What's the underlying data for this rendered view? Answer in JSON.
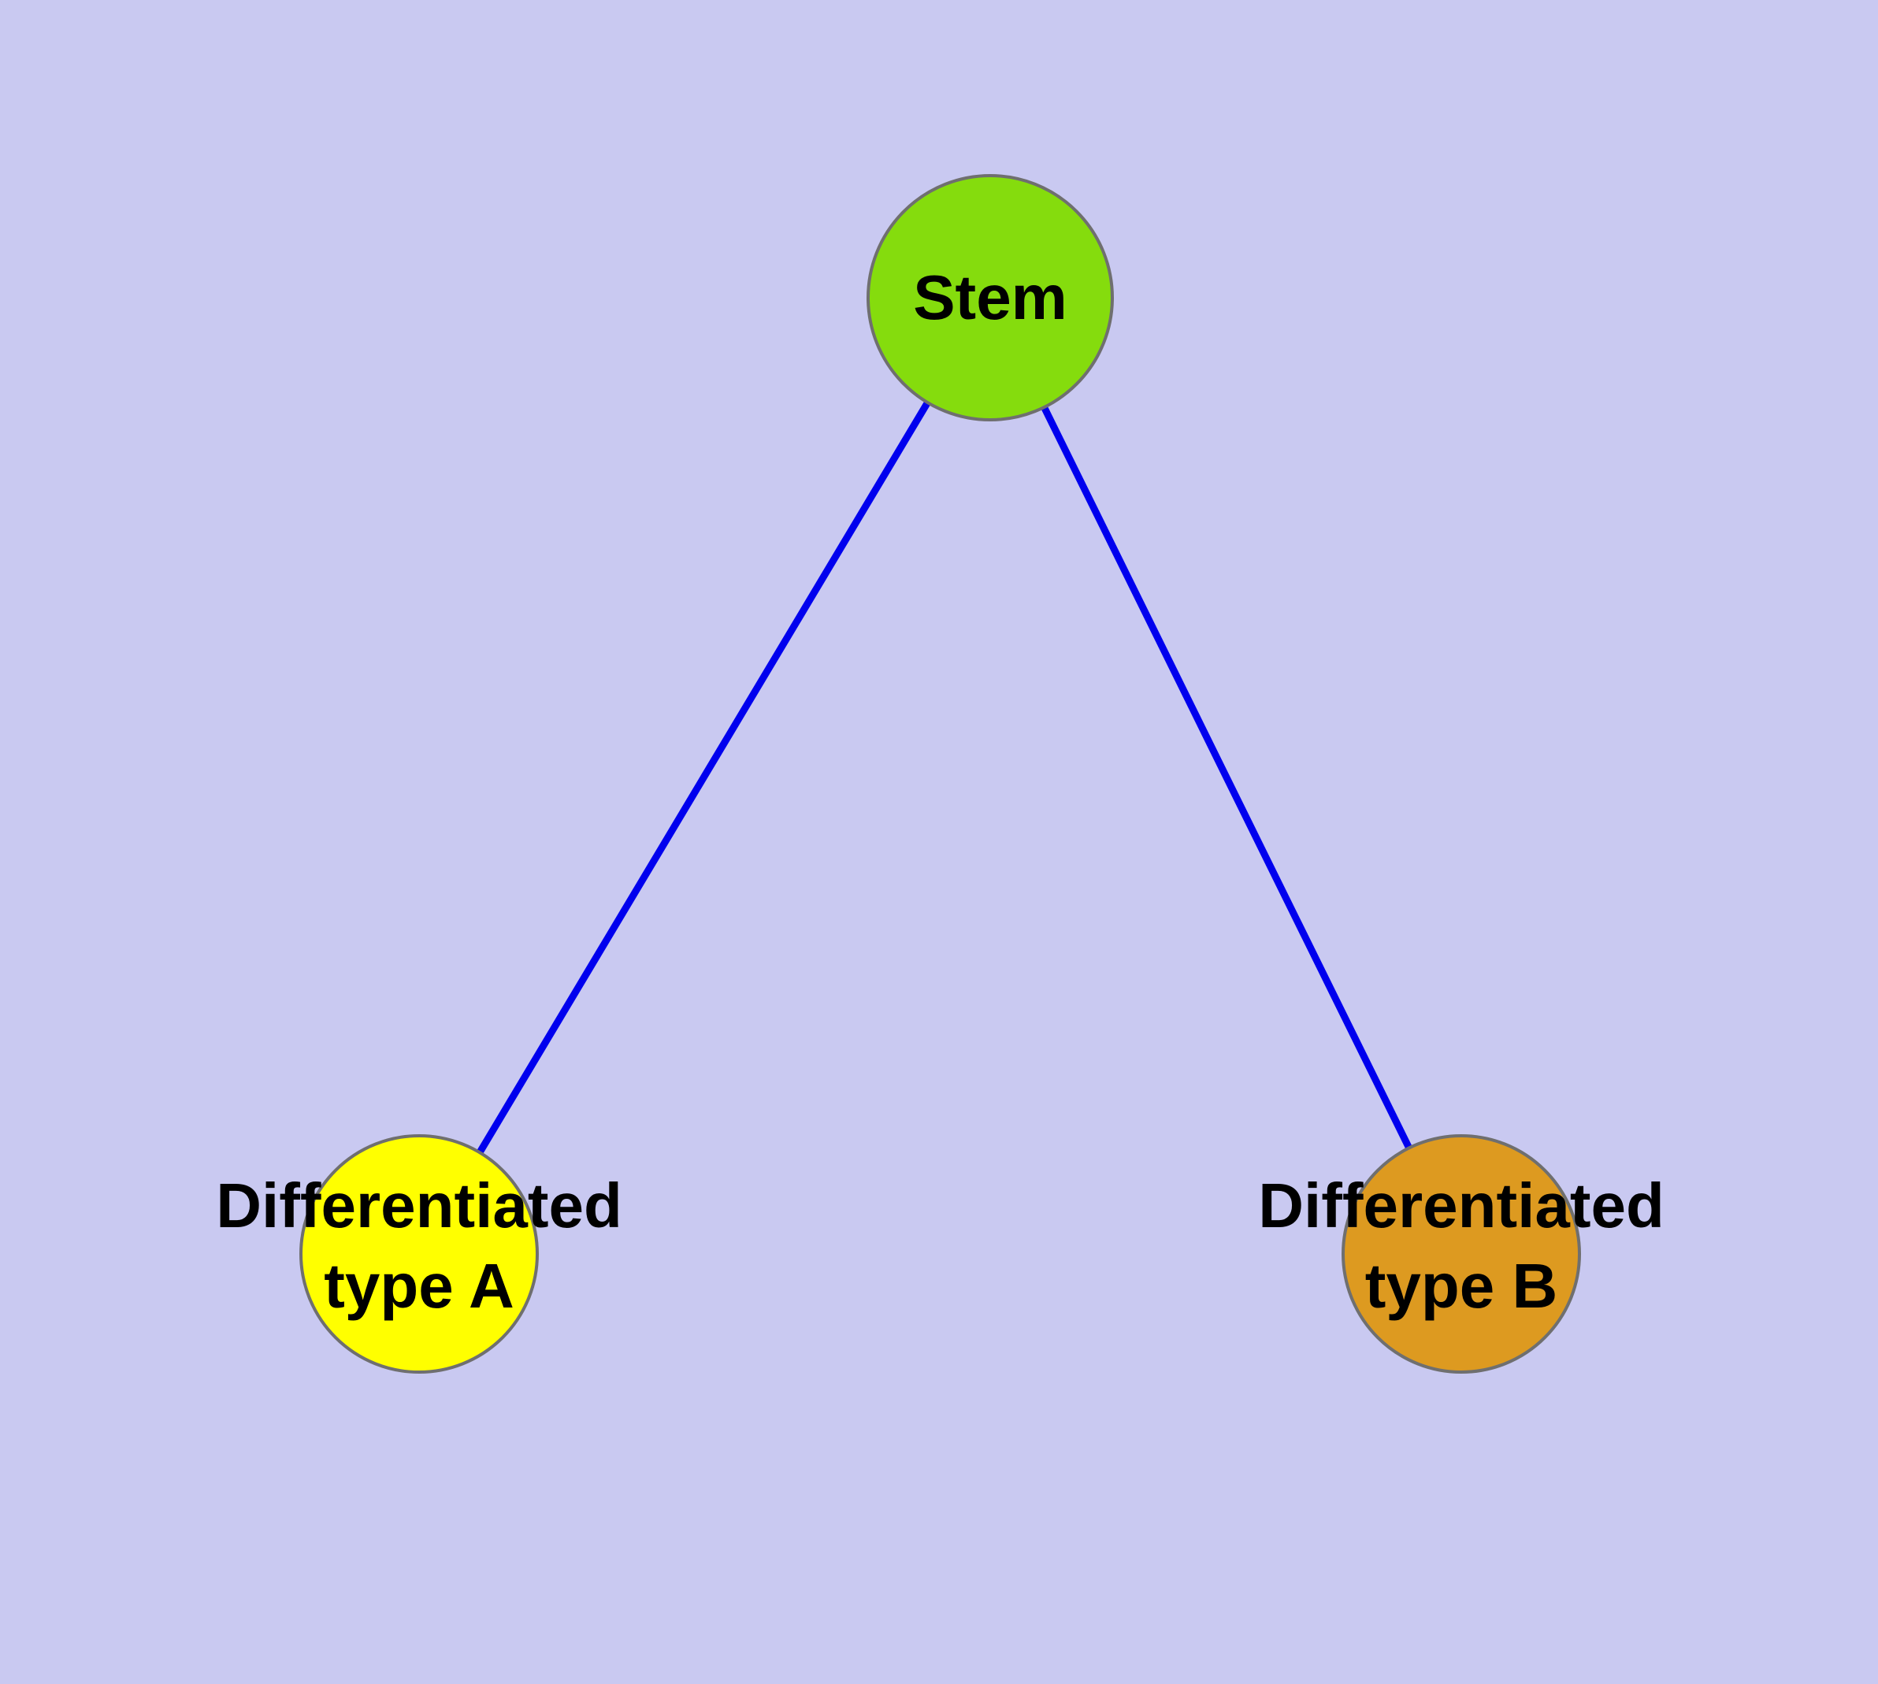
{
  "diagram": {
    "type": "graph",
    "background_color": "#c9c9f1",
    "edge_color": "#0000ee",
    "node_border_color": "#6f6f6f",
    "label_color": "#000000",
    "nodes": [
      {
        "id": "stem",
        "label": "Stem",
        "fill": "#85dc0d"
      },
      {
        "id": "differentiated-type-a",
        "label_line1": "Differentiated",
        "label_line2": "type A",
        "fill": "#ffff00"
      },
      {
        "id": "differentiated-type-b",
        "label_line1": "Differentiated",
        "label_line2": "type B",
        "fill": "#dd9a20"
      }
    ],
    "edges": [
      {
        "from": "stem",
        "to": "differentiated-type-a"
      },
      {
        "from": "stem",
        "to": "differentiated-type-b"
      }
    ]
  }
}
